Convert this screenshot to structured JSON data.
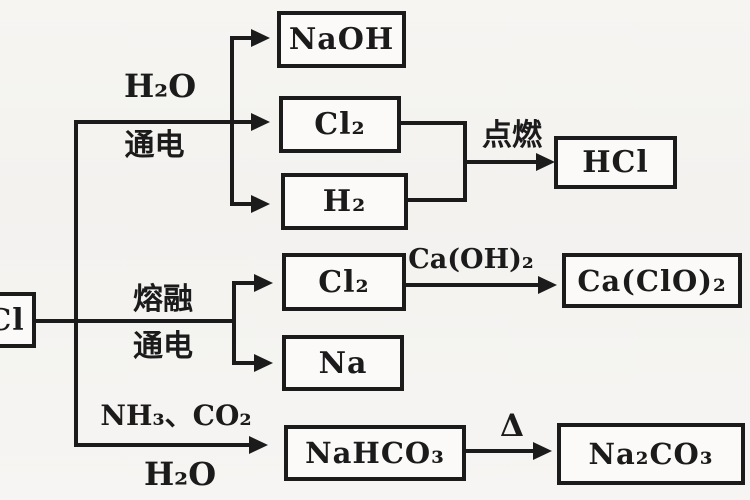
{
  "colors": {
    "ink": "#1b1b1b",
    "bg": "#f5f4f1",
    "boxfill": "#fbfaf8"
  },
  "diagram_type": "chemistry-conversion-flowchart",
  "nodes": {
    "source": "Cl",
    "naoh": "NaOH",
    "cl2_top": "Cl₂",
    "h2": "H₂",
    "hcl": "HCl",
    "cl2_mid": "Cl₂",
    "na": "Na",
    "ca_clo2": "Ca(ClO)₂",
    "nahco3": "NaHCO₃",
    "na2co3": "Na₂CO₃"
  },
  "edge_labels": {
    "top_above": "H₂O",
    "top_below": "通电",
    "ignite": "点燃",
    "mid_above": "熔融",
    "mid_below": "通电",
    "caoh2": "Ca(OH)₂",
    "bottom_above": "NH₃、CO₂",
    "bottom_below": "H₂O",
    "delta": "Δ"
  },
  "edges": [
    {
      "from": "source",
      "to": [
        "naoh",
        "cl2_top",
        "h2"
      ],
      "label": "H₂O 通电"
    },
    {
      "from": [
        "cl2_top",
        "h2"
      ],
      "to": "hcl",
      "label": "点燃"
    },
    {
      "from": "source",
      "to": [
        "cl2_mid",
        "na"
      ],
      "label": "熔融 通电"
    },
    {
      "from": "cl2_mid",
      "to": "ca_clo2",
      "label": "Ca(OH)₂"
    },
    {
      "from": "source",
      "to": "nahco3",
      "label": "NH₃、CO₂ H₂O"
    },
    {
      "from": "nahco3",
      "to": "na2co3",
      "label": "Δ"
    }
  ]
}
